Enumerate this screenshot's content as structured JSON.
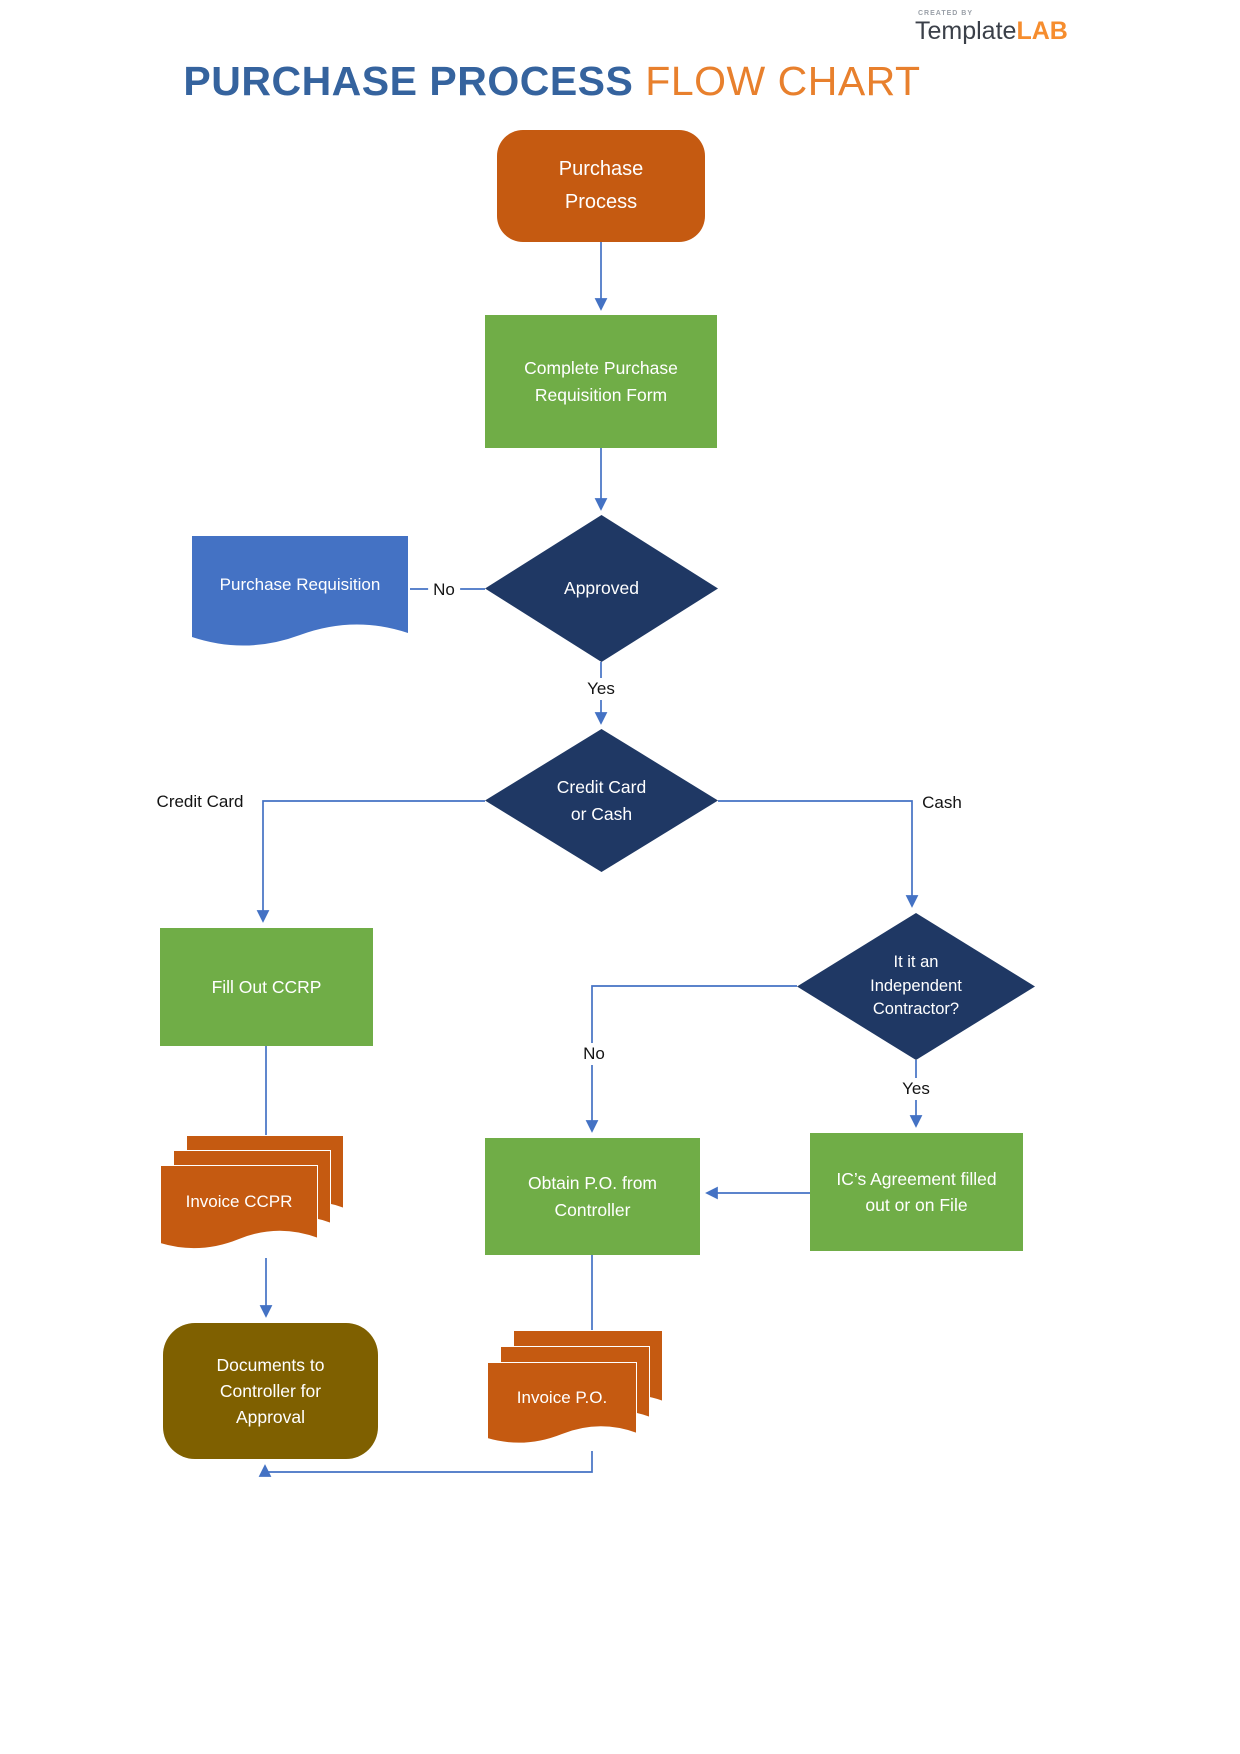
{
  "header": {
    "title_primary": "PURCHASE PROCESS",
    "title_secondary": "FLOW CHART"
  },
  "logo": {
    "created_by": "CREATED BY",
    "brand_primary": "Template",
    "brand_secondary": "LAB"
  },
  "colors": {
    "terminator_orange": "#C55A11",
    "process_green": "#70AD47",
    "decision_navy": "#1F3864",
    "document_blue": "#4472C4",
    "document_orange": "#C55A11",
    "terminator_olive": "#7F6000",
    "connector_blue": "#4472C4",
    "title_blue": "#35639E",
    "title_orange": "#E8802D"
  },
  "nodes": {
    "start": {
      "label": "Purchase\nProcess"
    },
    "complete_form": {
      "label": "Complete Purchase\nRequisition Form"
    },
    "approved": {
      "label": "Approved"
    },
    "purchase_requisition": {
      "label": "Purchase Requisition"
    },
    "credit_or_cash": {
      "label": "Credit Card\nor Cash"
    },
    "fill_ccrp": {
      "label": "Fill Out CCRP"
    },
    "invoice_ccpr": {
      "label": "Invoice CCPR"
    },
    "docs_to_controller": {
      "label": "Documents to\nController for\nApproval"
    },
    "independent_contractor": {
      "label": "It it an\nIndependent\nContractor?"
    },
    "obtain_po": {
      "label": "Obtain P.O. from\nController"
    },
    "ic_agreement": {
      "label": "IC’s Agreement filled\nout or on File"
    },
    "invoice_po": {
      "label": "Invoice P.O."
    }
  },
  "edge_labels": {
    "approved_no": "No",
    "approved_yes": "Yes",
    "credit_card": "Credit Card",
    "cash": "Cash",
    "contractor_no": "No",
    "contractor_yes": "Yes"
  }
}
